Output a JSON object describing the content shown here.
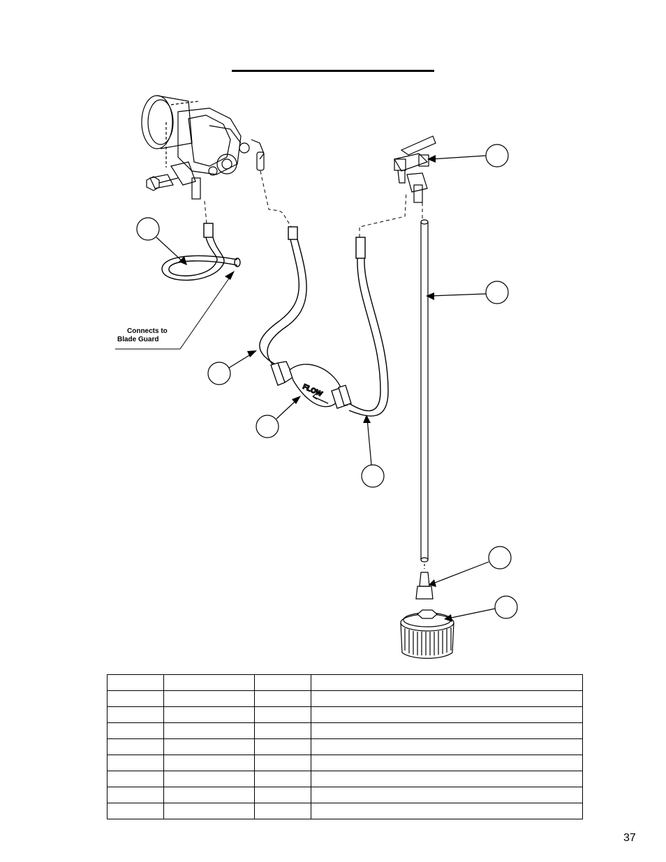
{
  "page": {
    "number": "37"
  },
  "diagram": {
    "callout_note": {
      "line1": "Connects to",
      "line2": "Blade Guard"
    },
    "flow_label": "FLOW",
    "callouts": [
      "",
      "",
      "",
      "",
      "",
      "",
      "",
      ""
    ]
  },
  "parts_table": {
    "headers": [
      "",
      "",
      "",
      ""
    ],
    "rows": [
      [
        "",
        "",
        "",
        ""
      ],
      [
        "",
        "",
        "",
        ""
      ],
      [
        "",
        "",
        "",
        ""
      ],
      [
        "",
        "",
        "",
        ""
      ],
      [
        "",
        "",
        "",
        ""
      ],
      [
        "",
        "",
        "",
        ""
      ],
      [
        "",
        "",
        "",
        ""
      ],
      [
        "",
        "",
        "",
        ""
      ]
    ]
  }
}
